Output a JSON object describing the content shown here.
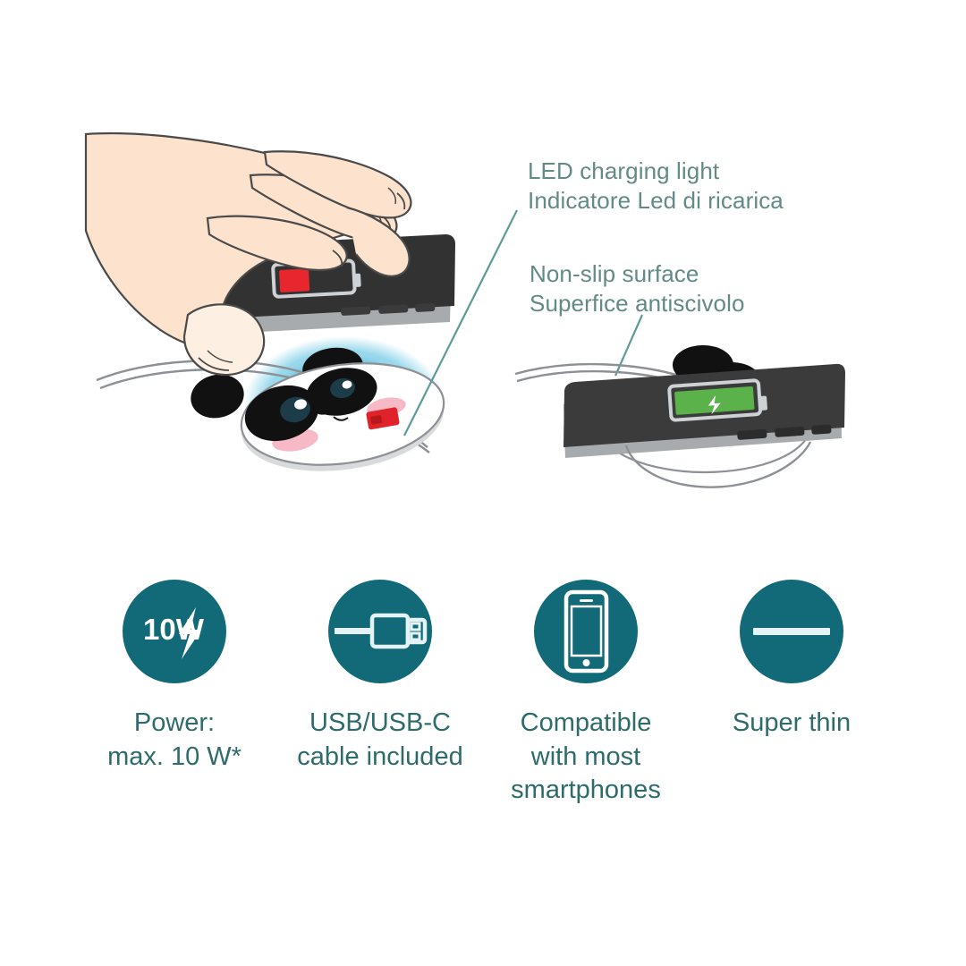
{
  "product": {
    "type": "wireless-charging-pad",
    "style": "panda",
    "scene_left": {
      "description": "Hand lowering a smartphone with a low (red) battery indicator toward a panda-shaped wireless charging pad emitting blue charging waves",
      "phone_battery_state": "low",
      "phone_battery_color": "#e8262d",
      "charging_waves": true,
      "led_indicator_color": "#e0232a"
    },
    "scene_right": {
      "description": "Smartphone resting flat on the panda wireless charging pad showing a green charging battery icon",
      "phone_battery_state": "charging",
      "phone_battery_color": "#5cb24a"
    }
  },
  "callouts": [
    {
      "id": "led-charging-light",
      "line1": "LED charging light",
      "line2": "Indicatore Led di ricarica"
    },
    {
      "id": "non-slip-surface",
      "line1": "Non-slip surface",
      "line2": "Superfice antiscivolo"
    }
  ],
  "features": [
    {
      "icon": "power-10w-bolt-icon",
      "badge_text": "10W",
      "caption": "Power:\nmax. 10 W*"
    },
    {
      "icon": "usb-cable-icon",
      "badge_text": "",
      "caption": "USB/USB-C\ncable included"
    },
    {
      "icon": "smartphone-icon",
      "badge_text": "",
      "caption": "Compatible\nwith most\nsmartphones"
    },
    {
      "icon": "thin-bar-icon",
      "badge_text": "",
      "caption": "Super thin"
    }
  ],
  "colors": {
    "background": "#ffffff",
    "badge_teal": "#126a79",
    "caption_teal": "#2e6b6b",
    "callout_text": "#628a86",
    "pointer_line": "#5e9a9a",
    "skin": "#fde3cd",
    "device_body": "#323232",
    "device_edge": "#a8abad",
    "battery_low": "#e8262d",
    "battery_charging": "#5cb24a",
    "wave_blue": "#7fcfe8",
    "cheek_pink": "#f7b9c6"
  }
}
